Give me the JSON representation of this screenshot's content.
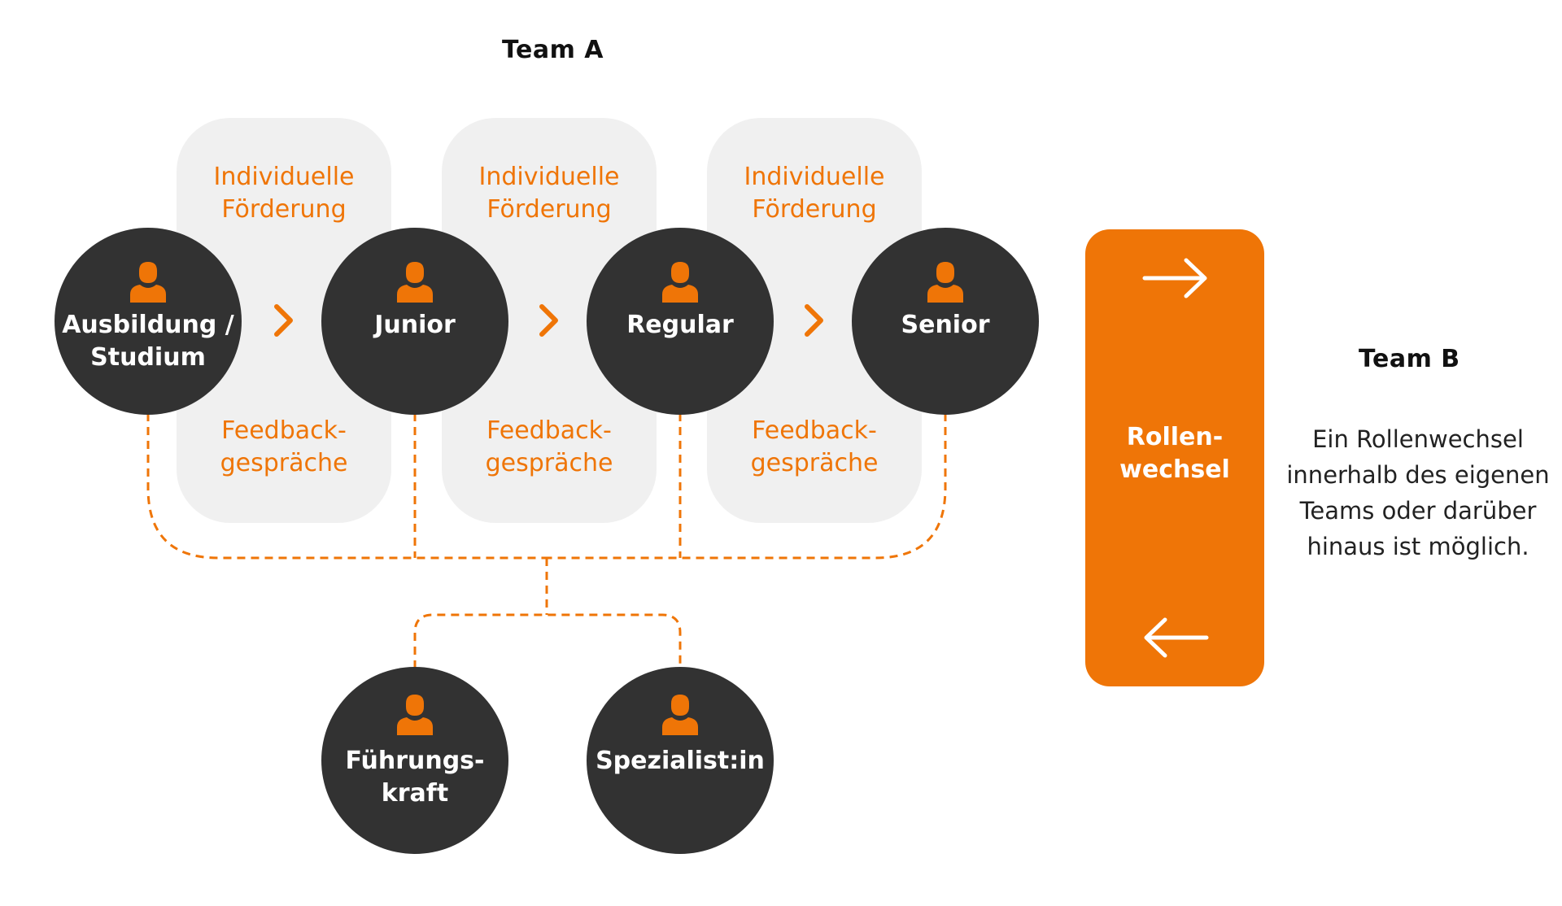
{
  "team_a": {
    "title": "Team A"
  },
  "team_b": {
    "title": "Team B",
    "description": "Ein Rollenwechsel\ninnerhalb des eigenen\nTeams oder darüber\nhinaus ist möglich."
  },
  "stage_boxes": [
    {
      "top_label": "Individuelle\nFörderung",
      "bottom_label": "Feedback-\ngespräche"
    },
    {
      "top_label": "Individuelle\nFörderung",
      "bottom_label": "Feedback-\ngespräche"
    },
    {
      "top_label": "Individuelle\nFörderung",
      "bottom_label": "Feedback-\ngespräche"
    }
  ],
  "career_nodes": [
    {
      "label": "Ausbildung /\nStudium"
    },
    {
      "label": "Junior"
    },
    {
      "label": "Regular"
    },
    {
      "label": "Senior"
    }
  ],
  "branch_nodes": [
    {
      "label": "Führungs-\nkraft"
    },
    {
      "label": "Spezialist:in"
    }
  ],
  "role_change": {
    "label": "Rollen-\nwechsel"
  },
  "colors": {
    "accent": "#ef7507",
    "node": "#323232",
    "box_bg": "#f0f0f0",
    "text": "#111111"
  },
  "icons": {
    "node_icon": "person-icon",
    "step_icon": "chevron-right-icon",
    "role_icons": [
      "arrow-right-icon",
      "arrow-left-icon"
    ]
  }
}
